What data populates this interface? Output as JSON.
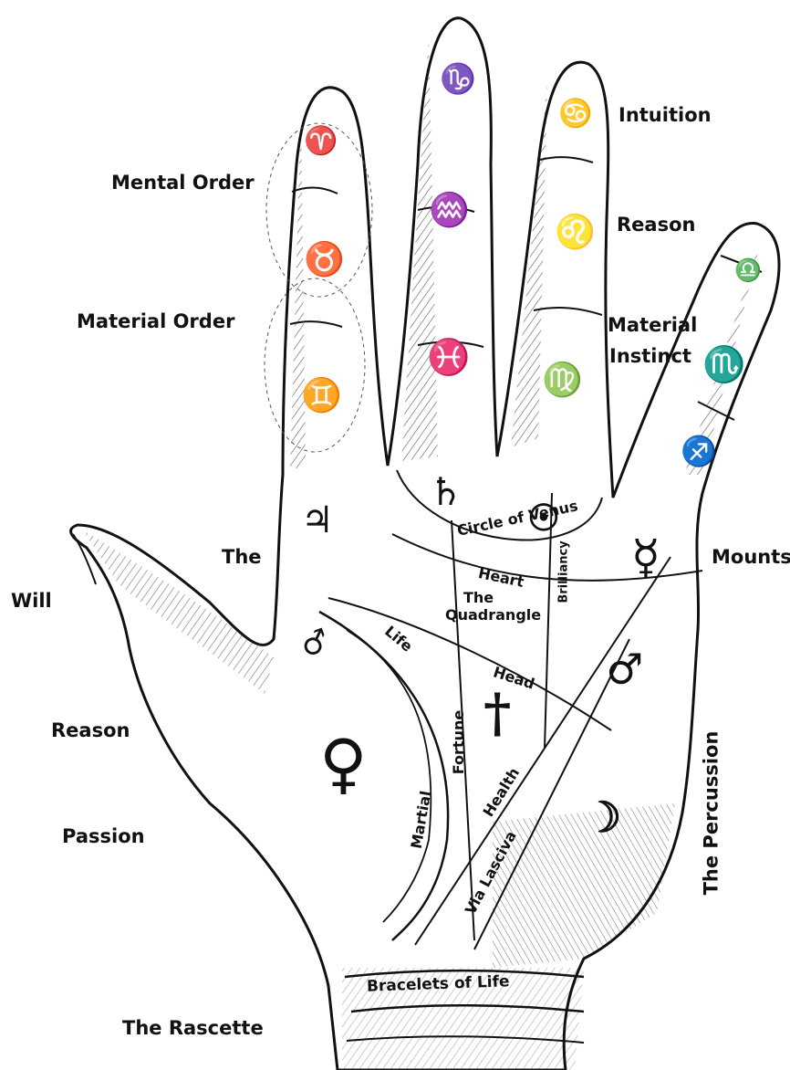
{
  "labels": {
    "mental_order": "Mental Order",
    "material_order": "Material Order",
    "intuition": "Intuition",
    "reason_finger": "Reason",
    "material_instinct_1": "Material",
    "material_instinct_2": "Instinct",
    "the": "The",
    "mounts": "Mounts",
    "will": "Will",
    "reason_thumb": "Reason",
    "passion": "Passion",
    "the_rascette": "The Rascette",
    "circle_of_venus": "Circle of Venus",
    "heart": "Heart",
    "the_quadrangle_1": "The",
    "the_quadrangle_2": "Quadrangle",
    "brilliancy": "Brilliancy",
    "life": "Life",
    "head": "Head",
    "fortune": "Fortune",
    "health": "Health",
    "martial": "Martial",
    "via_lasciva": "Via Lasciva",
    "the_percussion": "The Percussion",
    "bracelets_of_life": "Bracelets of Life"
  },
  "symbols": {
    "aries": "♈",
    "taurus": "♉",
    "gemini": "♊",
    "capricorn": "♑",
    "aquarius": "♒",
    "pisces": "♓",
    "cancer": "♋",
    "leo": "♌",
    "virgo": "♍",
    "libra": "♎",
    "scorpio": "♏",
    "sagittarius": "♐",
    "jupiter": "♃",
    "saturn": "♄",
    "sun": "☉",
    "mercury": "☿",
    "mars_thumb": "♂",
    "mars_palm": "♂",
    "venus": "♀",
    "moon": "☽",
    "dagger": "†"
  },
  "colors": {
    "ink": "#111111",
    "background": "#ffffff"
  }
}
